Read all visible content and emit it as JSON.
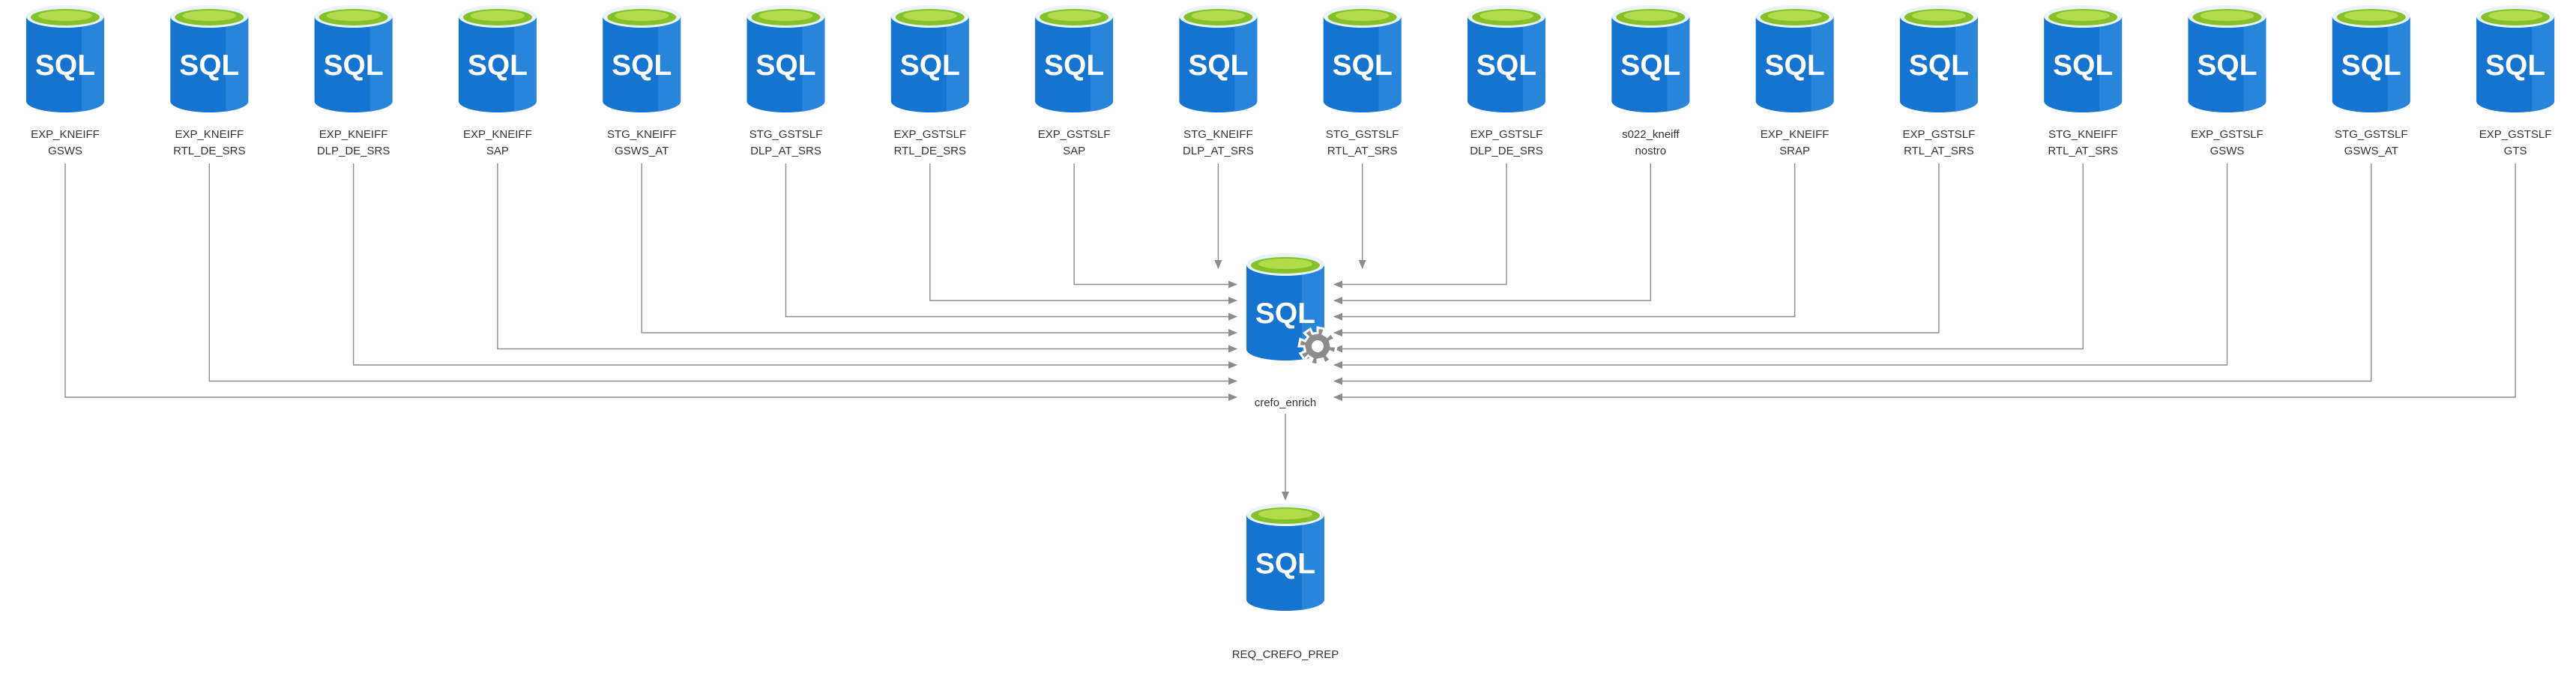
{
  "colors": {
    "db_body": "#1574d0",
    "db_body_right": "#3a93e0",
    "db_rim": "#e9f3fb",
    "db_top": "#86c12c",
    "db_top_inner": "#b2dc4c",
    "connector": "#8c8c8c",
    "gear": "#8c8c8c",
    "label": "#333333"
  },
  "icons": {
    "database": "sql-database-icon",
    "process": "gear-icon"
  },
  "sources": [
    {
      "line1": "EXP_KNEIFF",
      "line2": "GSWS"
    },
    {
      "line1": "EXP_KNEIFF",
      "line2": "RTL_DE_SRS"
    },
    {
      "line1": "EXP_KNEIFF",
      "line2": "DLP_DE_SRS"
    },
    {
      "line1": "EXP_KNEIFF",
      "line2": "SAP"
    },
    {
      "line1": "STG_KNEIFF",
      "line2": "GSWS_AT"
    },
    {
      "line1": "STG_GSTSLF",
      "line2": "DLP_AT_SRS"
    },
    {
      "line1": "EXP_GSTSLF",
      "line2": "RTL_DE_SRS"
    },
    {
      "line1": "EXP_GSTSLF",
      "line2": "SAP"
    },
    {
      "line1": "STG_KNEIFF",
      "line2": "DLP_AT_SRS"
    },
    {
      "line1": "STG_GSTSLF",
      "line2": "RTL_AT_SRS"
    },
    {
      "line1": "EXP_GSTSLF",
      "line2": "DLP_DE_SRS"
    },
    {
      "line1": "s022_kneiff",
      "line2": "nostro"
    },
    {
      "line1": "EXP_KNEIFF",
      "line2": "SRAP"
    },
    {
      "line1": "EXP_GSTSLF",
      "line2": "RTL_AT_SRS"
    },
    {
      "line1": "STG_KNEIFF",
      "line2": "RTL_AT_SRS"
    },
    {
      "line1": "EXP_GSTSLF",
      "line2": "GSWS"
    },
    {
      "line1": "STG_GSTSLF",
      "line2": "GSWS_AT"
    },
    {
      "line1": "EXP_GSTSLF",
      "line2": "GTS"
    }
  ],
  "process": {
    "label": "crefo_enrich"
  },
  "target": {
    "label": "REQ_CREFO_PREP"
  },
  "sql_badge": "SQL"
}
